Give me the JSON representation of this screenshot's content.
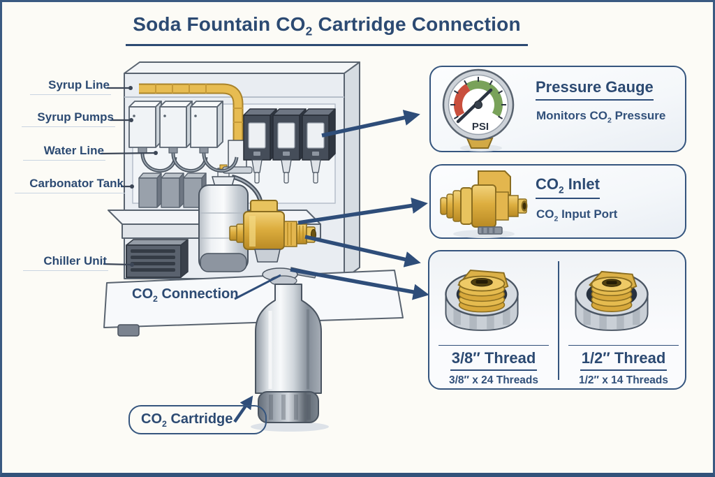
{
  "page": {
    "title": {
      "pre": "Soda Fountain CO",
      "sub": "2",
      "post": " Cartridge Connection"
    }
  },
  "colors": {
    "accent_navy": "#2e4d79",
    "brass": "#ddae3f",
    "gauge_red": "#c94f3d",
    "gauge_green": "#79a25a",
    "chrome": "#c9ced5",
    "background": "#fcfbf6"
  },
  "machine_labels": {
    "items": [
      {
        "label": "Syrup Line"
      },
      {
        "label": "Syrup Pumps"
      },
      {
        "label": "Water Line"
      },
      {
        "label": "Carbonator Tank"
      },
      {
        "label": "Chiller Unit"
      }
    ],
    "co2_connection": {
      "pre": "CO",
      "sub": "2",
      "post": " Connection"
    },
    "co2_cartridge": {
      "pre": "CO",
      "sub": "2",
      "post": " Cartridge"
    }
  },
  "callouts": {
    "pressure_gauge": {
      "title": "Pressure Gauge",
      "desc": {
        "pre": "Monitors CO",
        "sub": "2",
        "post": " Pressure"
      },
      "dial_label": "PSI"
    },
    "co2_inlet": {
      "title": {
        "pre": "CO",
        "sub": "2",
        "post": " Inlet"
      },
      "desc": {
        "pre": "CO",
        "sub": "2",
        "post": " Input Port"
      }
    },
    "thread_specs": {
      "left": {
        "title": "3/8″ Thread",
        "spec": "3/8″ x 24 Threads"
      },
      "right": {
        "title": "1/2″ Thread",
        "spec": "1/2″ x 14 Threads"
      }
    }
  },
  "icons": {
    "pressure_gauge_icon": "round analog gauge dial",
    "co2_inlet_icon": "brass quick-connect fitting",
    "thread_icon": "threaded brass plug in chrome collar",
    "arrow_icon": "solid navy arrow"
  }
}
